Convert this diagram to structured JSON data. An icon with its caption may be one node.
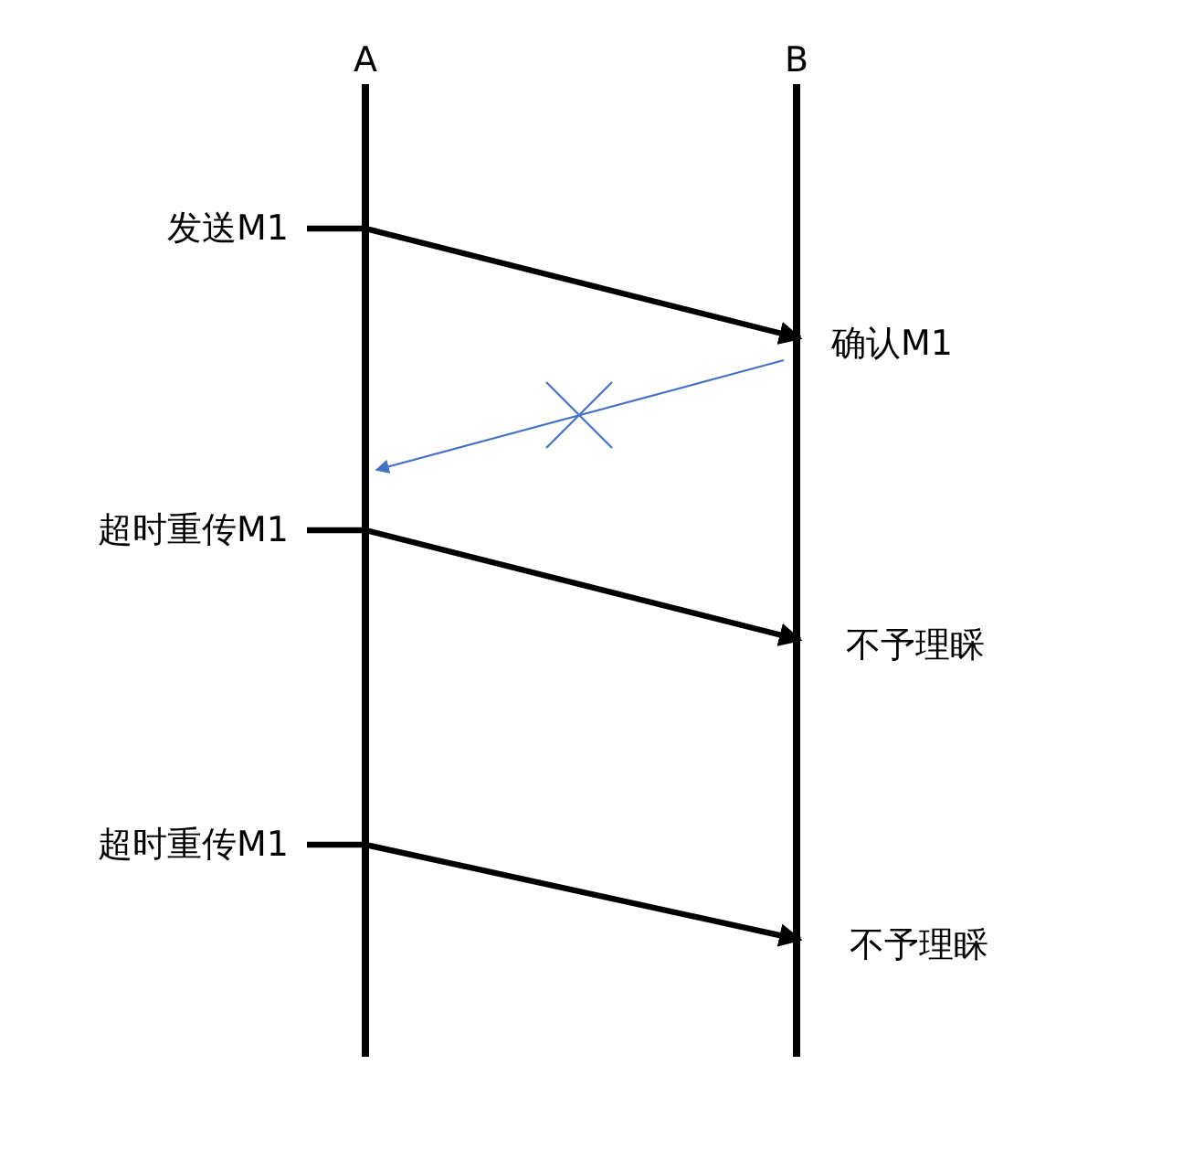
{
  "diagram": {
    "nodes": [
      {
        "text": [
          "A"
        ]
      },
      {
        "text": [
          "B"
        ]
      },
      {
        "text": [
          "发送M1"
        ]
      },
      {
        "text": [
          "确认M1"
        ]
      },
      {
        "text": [
          "超时重传M1"
        ]
      },
      {
        "text": [
          "不予理睬"
        ]
      },
      {
        "text": [
          "超时重传M1"
        ]
      },
      {
        "text": [
          "不予理睬"
        ]
      }
    ],
    "edges": [
      {
        "from": 2,
        "to": 3,
        "arrow": "to"
      },
      {
        "from": 1,
        "to": 0,
        "arrow": "to",
        "color": "#4472c4"
      },
      {
        "from": 4,
        "to": 5,
        "arrow": "to"
      },
      {
        "from": 6,
        "to": 7,
        "arrow": "to"
      }
    ]
  }
}
